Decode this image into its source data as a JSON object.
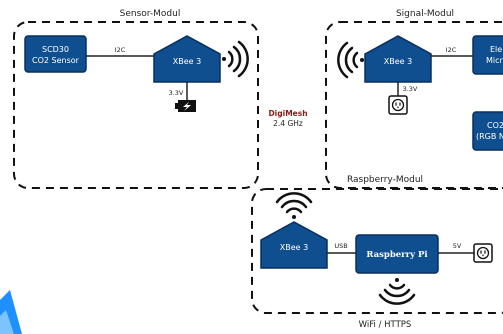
{
  "colors": {
    "box_fill": "#0f4f8f",
    "box_stroke": "#082f5e",
    "box_text": "#ffffff",
    "line": "#222222",
    "dashed_border": "#111111",
    "accent_text": "#8b1a1a",
    "corner_accent": "#1e90ff"
  },
  "modules": {
    "sensor": {
      "title": "Sensor-Modul",
      "sensor_line1": "SCD30",
      "sensor_line2": "CO2 Sensor",
      "xbee": "XBee 3",
      "link_label": "I2C",
      "voltage_label": "3.3V",
      "icons": [
        "wifi-right-icon",
        "battery-icon"
      ]
    },
    "signal": {
      "title": "Signal-Modul",
      "xbee": "XBee 3",
      "link_label": "I2C",
      "voltage_label": "3.3V",
      "box2_line1": "Ele",
      "box2_line2": "Micr",
      "box3_line1": "CO2",
      "box3_line2": "(RGB N",
      "icons": [
        "wifi-left-icon",
        "power-outlet-icon"
      ]
    },
    "raspberry": {
      "title": "Raspberry-Modul",
      "xbee": "XBee 3",
      "pi": "Raspberry Pi",
      "usb_label": "USB",
      "voltage_label": "5V",
      "footer": "WiFi / HTTPS",
      "icons": [
        "wifi-up-icon",
        "wifi-down-icon",
        "power-outlet-icon"
      ]
    }
  },
  "mesh_label_line1": "DigiMesh",
  "mesh_label_line2": "2.4 GHz"
}
